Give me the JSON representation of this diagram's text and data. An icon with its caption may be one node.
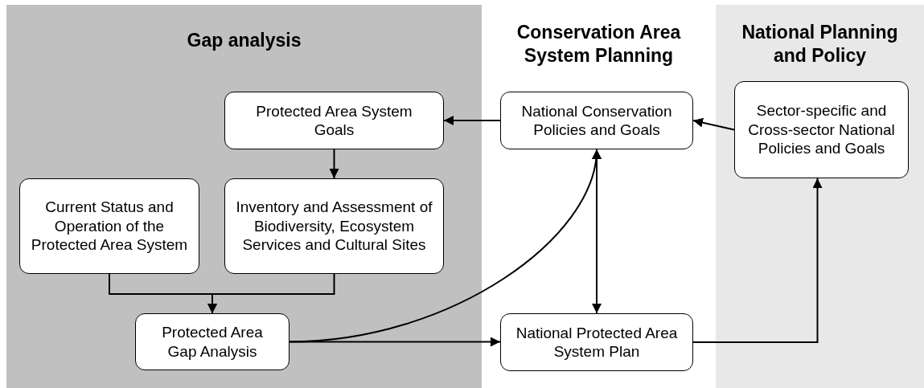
{
  "diagram": {
    "nodes": [
      {
        "text": [
          "Gap analysis"
        ]
      },
      {
        "text": [
          "Protected Area System Goals"
        ],
        "in": 0
      },
      {
        "text": [
          "Current Status and Operation of the Protected Area System"
        ],
        "in": 0
      },
      {
        "text": [
          "Inventory and Assessment of Biodiversity, Ecosystem Services and Cultural Sites"
        ],
        "in": 0
      },
      {
        "text": [
          "Protected Area Gap Analysis"
        ],
        "in": 0
      },
      {
        "text": [
          "Conservation Area System Planning"
        ]
      },
      {
        "text": [
          "National Conservation Policies and Goals"
        ],
        "in": 5
      },
      {
        "text": [
          "National Protected Area System Plan"
        ],
        "in": 5
      },
      {
        "text": [
          "National Planning and Policy"
        ]
      },
      {
        "text": [
          "Sector-specific and Cross-sector National Policies and Goals"
        ],
        "in": 8
      }
    ],
    "edges": [
      {
        "from": 6,
        "to": 1,
        "arrow": "to"
      },
      {
        "from": 1,
        "to": 3,
        "arrow": "to"
      },
      {
        "from": 2,
        "to": 4,
        "arrow": "to"
      },
      {
        "from": 3,
        "to": 4,
        "arrow": "to"
      },
      {
        "from": 4,
        "to": 6,
        "arrow": "to"
      },
      {
        "from": 4,
        "to": 7,
        "arrow": "to"
      },
      {
        "from": 6,
        "to": 7,
        "arrow": "both"
      },
      {
        "from": 7,
        "to": 9,
        "arrow": "to"
      },
      {
        "from": 9,
        "to": 6,
        "arrow": "to"
      }
    ]
  }
}
